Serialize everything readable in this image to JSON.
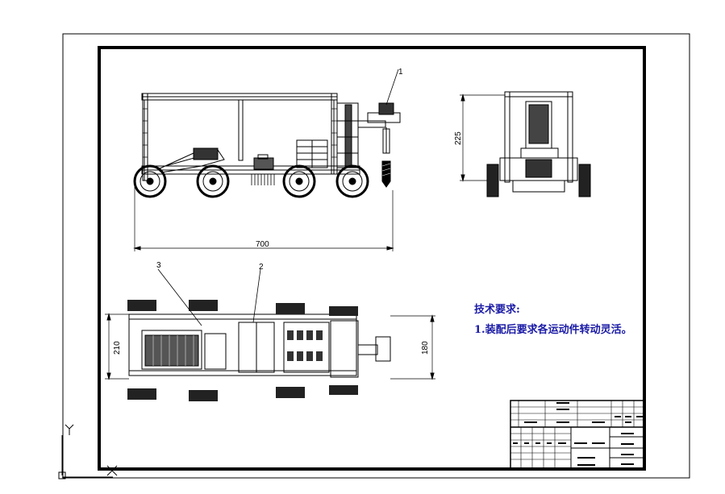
{
  "drawing": {
    "tech_requirements": {
      "title": "技术要求:",
      "lines": [
        "1.装配后要求各运动件转动灵活。"
      ]
    },
    "dimensions": {
      "front_length": "700",
      "side_height": "225",
      "top_width": "210",
      "top_height": "180"
    },
    "callouts": {
      "part1": "1",
      "part2": "2",
      "part3": "3"
    },
    "axis": {
      "y_label": "Y",
      "x_label": "X"
    }
  }
}
